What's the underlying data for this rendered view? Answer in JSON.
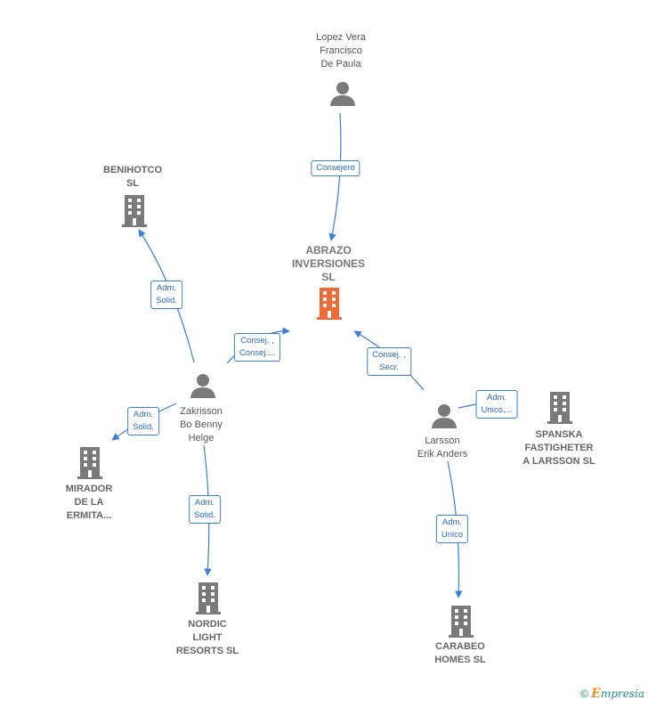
{
  "colors": {
    "edge": "#3b7fd9",
    "company": "#7a7a7a",
    "focus_company": "#f06a35",
    "person": "#7a7a7a"
  },
  "nodes": {
    "lopez": {
      "lines": [
        "Lopez Vera",
        "Francisco",
        "De Paula"
      ],
      "icon": "person-icon"
    },
    "abrazo": {
      "lines": [
        "ABRAZO",
        "INVERSIONES",
        "SL"
      ],
      "icon": "building-icon"
    },
    "benihotco": {
      "lines": [
        "BENIHOTCO",
        "SL"
      ],
      "icon": "building-icon"
    },
    "zakrisson": {
      "lines": [
        "Zakrisson",
        "Bo Benny",
        "Helge"
      ],
      "icon": "person-icon"
    },
    "mirador": {
      "lines": [
        "MIRADOR",
        "DE LA",
        "ERMITA..."
      ],
      "icon": "building-icon"
    },
    "nordic": {
      "lines": [
        "NORDIC",
        "LIGHT",
        "RESORTS  SL"
      ],
      "icon": "building-icon"
    },
    "larsson": {
      "lines": [
        "Larsson",
        "Erik Anders"
      ],
      "icon": "person-icon"
    },
    "spanska": {
      "lines": [
        "SPANSKA",
        "FASTIGHETER",
        "A LARSSON  SL"
      ],
      "icon": "building-icon"
    },
    "carabeo": {
      "lines": [
        "CARABEO",
        "HOMES  SL"
      ],
      "icon": "building-icon"
    }
  },
  "edges": {
    "lopez_abrazo": {
      "lines": [
        "Consejero"
      ]
    },
    "zak_benihotco": {
      "lines": [
        "Adm.",
        "Solid."
      ]
    },
    "zak_abrazo": {
      "lines": [
        "Consej. ,",
        "Consej...."
      ]
    },
    "zak_mirador": {
      "lines": [
        "Adm.",
        "Solid."
      ]
    },
    "zak_nordic": {
      "lines": [
        "Adm.",
        "Solid."
      ]
    },
    "larsson_abrazo": {
      "lines": [
        "Consej. ,",
        "Secr."
      ]
    },
    "larsson_spanska": {
      "lines": [
        "Adm.",
        "Unico,..."
      ]
    },
    "larsson_carabeo": {
      "lines": [
        "Adm.",
        "Unico"
      ]
    }
  },
  "footer": {
    "symbol": "©",
    "brand_initial": "E",
    "brand_rest": "mpresia"
  }
}
